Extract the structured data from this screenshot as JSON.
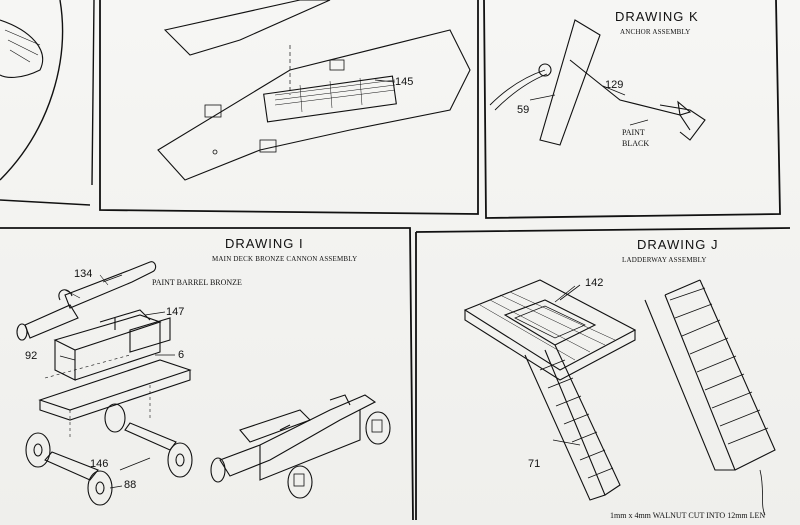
{
  "drawings": {
    "k": {
      "title": "DRAWING K",
      "subtitle": "ANCHOR ASSEMBLY",
      "labels": [
        "129",
        "59"
      ],
      "note_line1": "PAINT",
      "note_line2": "BLACK"
    },
    "i": {
      "title": "DRAWING I",
      "subtitle": "MAIN DECK BRONZE CANNON ASSEMBLY",
      "note": "PAINT BARREL BRONZE",
      "labels": [
        "134",
        "147",
        "92",
        "6",
        "146",
        "88"
      ]
    },
    "j": {
      "title": "DRAWING J",
      "subtitle": "LADDERWAY ASSEMBLY",
      "labels": [
        "142",
        "71"
      ],
      "footnote": "1mm x 4mm WALNUT CUT INTO 12mm LEN"
    },
    "deck": {
      "labels": [
        "145"
      ]
    }
  },
  "colors": {
    "paper": "#f3f3f1",
    "ink": "#111111"
  }
}
